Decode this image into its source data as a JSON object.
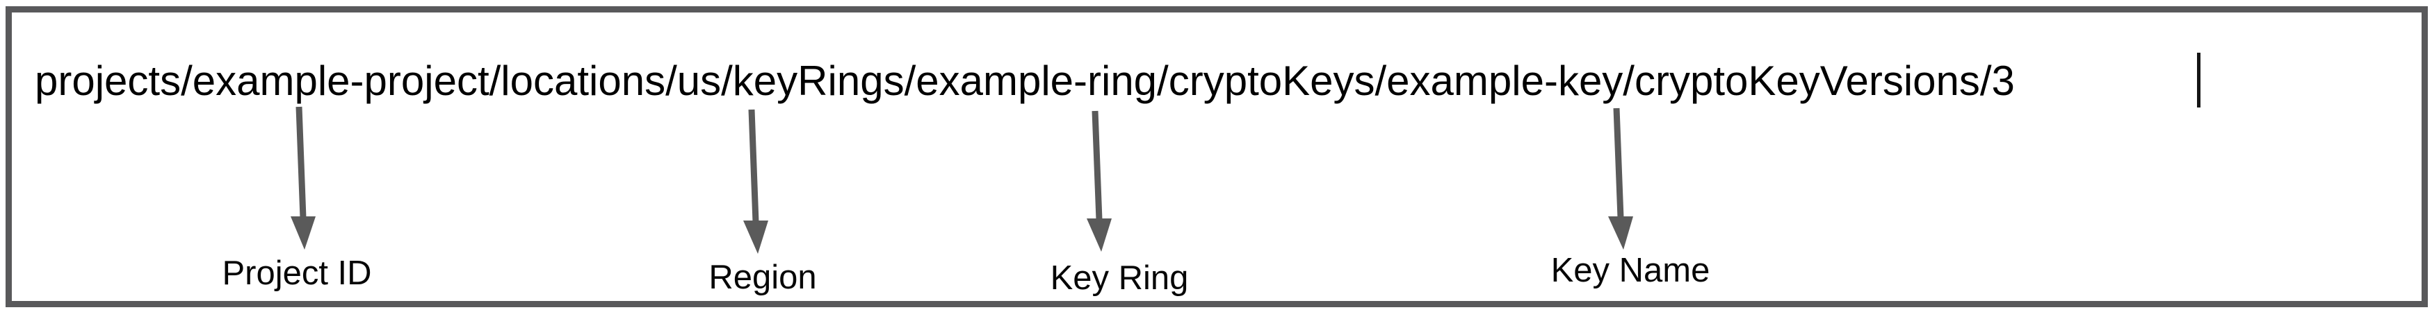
{
  "resource_path": {
    "value": "projects/example-project/locations/us/keyRings/example-ring/cryptoKeys/example-key/cryptoKeyVersions/3",
    "cursor_visible": true
  },
  "annotations": {
    "project_id": "Project ID",
    "region": "Region",
    "key_ring": "Key Ring",
    "key_name": "Key Name"
  },
  "colors": {
    "border": "#59595b",
    "arrow": "#5a5a5a",
    "text": "#000000"
  }
}
